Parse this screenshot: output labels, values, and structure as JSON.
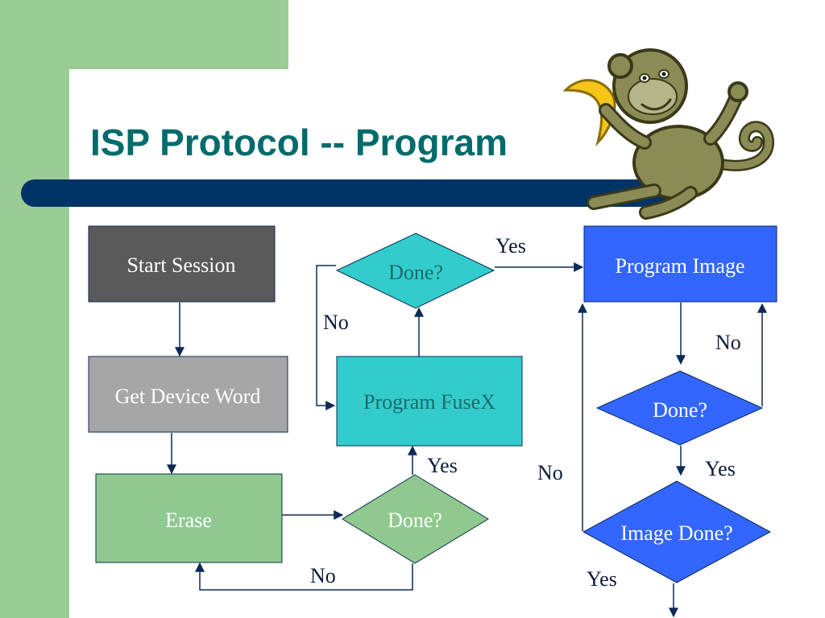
{
  "slide": {
    "title": "ISP Protocol -- Program",
    "colors": {
      "sidebar": "#9ccc96",
      "title_text": "#006b6b",
      "title_bar": "#003366",
      "connector": "#0b2a55"
    }
  },
  "diagram": {
    "nodes": {
      "start_session": {
        "label": "Start Session",
        "shape": "rect",
        "fill": "#5a5a5a",
        "text_color": "#ffffff"
      },
      "get_device_word": {
        "label": "Get Device Word",
        "shape": "rect",
        "fill": "#a6a6a6",
        "text_color": "#ffffff"
      },
      "erase": {
        "label": "Erase",
        "shape": "rect",
        "fill": "#8fc98f",
        "text_color": "#ffffff"
      },
      "erase_done": {
        "label": "Done?",
        "shape": "diamond",
        "fill": "#8fc98f",
        "text_color": "#ffffff"
      },
      "program_fusex": {
        "label": "Program FuseX",
        "shape": "rect",
        "fill": "#33cccc",
        "text_color": "#1a6b6b"
      },
      "fusex_done": {
        "label": "Done?",
        "shape": "diamond",
        "fill": "#33cccc",
        "text_color": "#1a6b6b"
      },
      "program_image": {
        "label": "Program Image",
        "shape": "rect",
        "fill": "#3366ff",
        "text_color": "#ffffff"
      },
      "image_step_done": {
        "label": "Done?",
        "shape": "diamond",
        "fill": "#3366ff",
        "text_color": "#ffffff"
      },
      "image_done": {
        "label": "Image Done?",
        "shape": "diamond",
        "fill": "#3366ff",
        "text_color": "#ffffff"
      }
    },
    "edge_labels": {
      "erase_done_no": "No",
      "erase_done_yes": "Yes",
      "fusex_done_no": "No",
      "fusex_done_yes": "Yes",
      "image_step_done_no": "No",
      "image_step_done_yes": "Yes",
      "image_done_no": "No",
      "image_done_yes": "Yes"
    }
  }
}
